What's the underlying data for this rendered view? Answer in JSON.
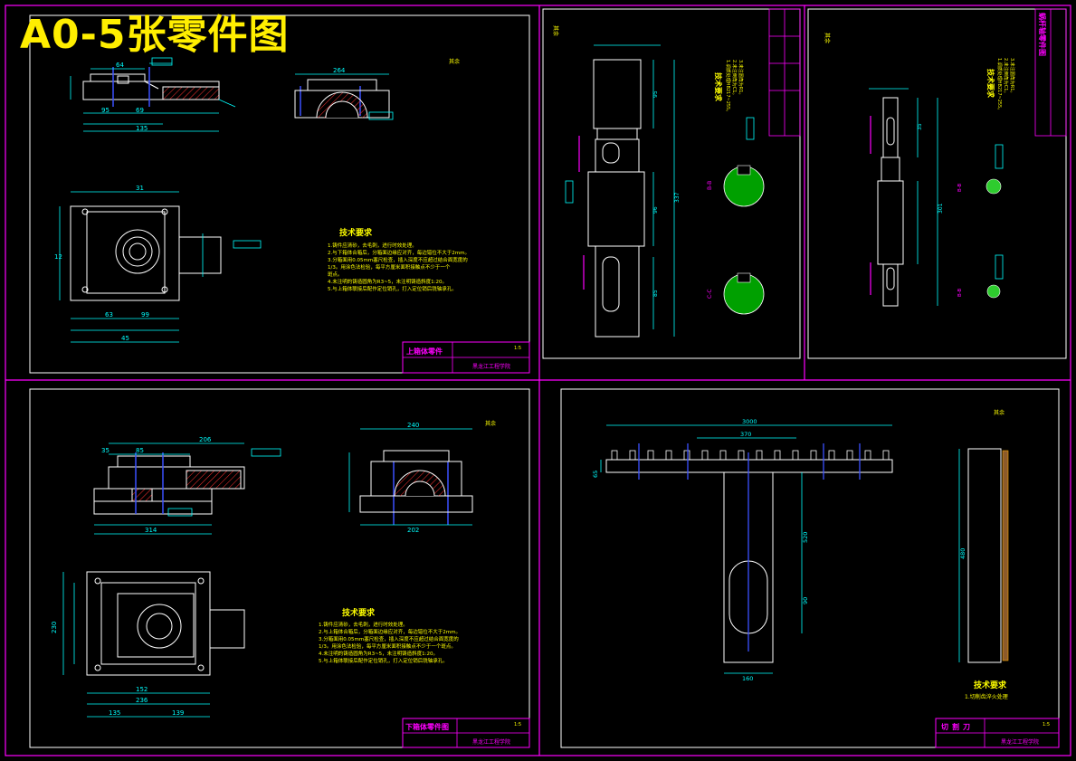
{
  "banner": "A0-5张零件图",
  "sheets": {
    "upper_box": {
      "tech_title": "技术要求",
      "tech_lines": [
        "1.铸件应清砂，去毛刺，进行时效处理。",
        "2.与下箱体合箱后，分箱面边缘应对齐，每边错位不大于2mm。",
        "3.分箱面用0.05mm塞尺检查，插入深度不应超过结合面宽度的",
        "   1/3。用涂色法检验，每平方厘米面积接触点不少于一个",
        "   斑点。",
        "4.未注明的铸造圆角为R3~5，未注明铸造斜度1:20。",
        "5.与上箱体联接后配作定位销孔，打入定位销后铣轴承孔。"
      ],
      "title_block": {
        "name": "上箱体零件",
        "school": "黑龙江工程学院",
        "scale": "1:5"
      },
      "dims": [
        "264",
        "64",
        "95",
        "69",
        "135",
        "63",
        "99",
        "45",
        "31",
        "12"
      ]
    },
    "lower_box": {
      "tech_title": "技术要求",
      "tech_lines": [
        "1.铸件应清砂，去毛刺，进行时效处理。",
        "2.与上箱体合箱后，分箱面边缘应对齐，每边错位不大于2mm。",
        "3.分箱面用0.05mm塞尺检查，插入深度不应超过结合面宽度的",
        "1/3。用涂色法检验，每平方厘米面积接触点不少于一个斑点。",
        "4.未注明的铸造圆角为R3~5，未注明铸造斜度1:20。",
        "5.与上箱体联接后配作定位销孔，打入定位销后铣轴承孔。"
      ],
      "title_block": {
        "name": "下箱体零件图",
        "school": "黑龙江工程学院",
        "scale": "1:5"
      },
      "dims": [
        "85",
        "35",
        "206",
        "314",
        "240",
        "202",
        "152",
        "236",
        "135",
        "139",
        "230"
      ]
    },
    "shaft_1": {
      "tech_title": "技术要求",
      "tech_lines": [
        "1.调质处理HB217~255。",
        "2.未注倒角为C1。",
        "3.未注圆角为R1。"
      ],
      "section_labels": [
        "B-B",
        "C-C"
      ],
      "dims": [
        "337",
        "95",
        "96",
        "85"
      ]
    },
    "shaft_2": {
      "tech_title": "技术要求",
      "tech_lines": [
        "1.调质处理HB217~255。",
        "2.未注倒角为C1。",
        "3.未注圆角为R1。"
      ],
      "section_labels": [
        "B-B",
        "B-B"
      ],
      "title_block": {
        "name": "蜗杆轴零件图"
      },
      "dims": [
        "301",
        "35"
      ]
    },
    "cutter": {
      "tech_title": "技术要求",
      "tech_lines": [
        "1.切削齿淬火处理"
      ],
      "title_block": {
        "name": "切割刀",
        "school": "黑龙江工程学院",
        "scale": "1:5"
      },
      "dims": [
        "3000",
        "370",
        "65",
        "520",
        "160",
        "90",
        "480"
      ]
    },
    "surface_marks": [
      "其余",
      "其余",
      "其余",
      "其余",
      "其余"
    ]
  },
  "colors": {
    "frame": "#ff00ff",
    "drawing": "#ffffff",
    "dimension": "#00ffff",
    "text_yellow": "#ffff00",
    "hatch_red": "#ff3030",
    "green": "#00ff00",
    "blue": "#3a50ff",
    "background": "#000000"
  }
}
